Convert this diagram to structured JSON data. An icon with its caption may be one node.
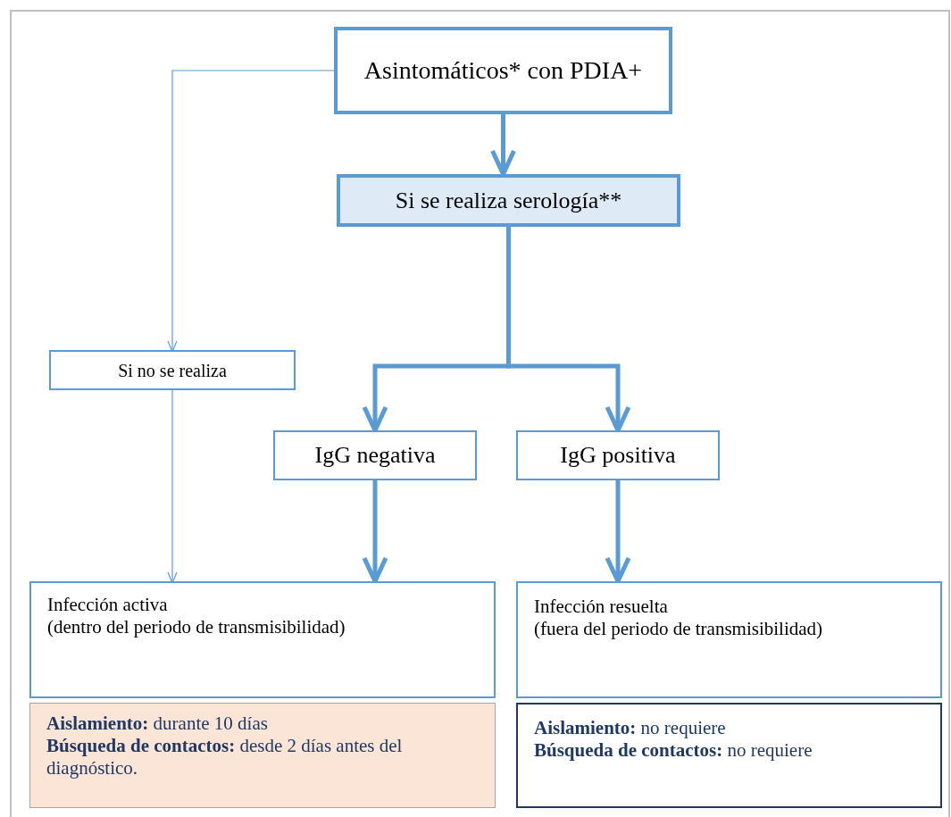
{
  "diagram": {
    "nodes": [
      {
        "text": [
          "Asintomáticos* con PDIA+"
        ]
      },
      {
        "text": [
          "Si se realiza serología**"
        ]
      },
      {
        "text": [
          "Si no se realiza"
        ]
      },
      {
        "text": [
          "IgG  negativa"
        ]
      },
      {
        "text": [
          "IgG  positiva"
        ]
      },
      {
        "text": [
          "Infección activa",
          "(dentro del periodo de transmisibilidad)"
        ]
      },
      {
        "text": [
          "Infección resuelta",
          "(fuera del periodo de transmisibilidad)"
        ]
      },
      {
        "text": [
          "**Aislamiento:** durante 10 días",
          "**Búsqueda de contactos:** desde 2 días antes del diagnóstico."
        ]
      },
      {
        "text": [
          "**Aislamiento:** no requiere",
          "**Búsqueda de contactos:** no requiere"
        ]
      }
    ],
    "edges": [
      {
        "from": 0,
        "to": 2,
        "arrow": "to"
      },
      {
        "from": 0,
        "to": 1,
        "arrow": "to"
      },
      {
        "from": 1,
        "to": 3,
        "arrow": "to"
      },
      {
        "from": 1,
        "to": 4,
        "arrow": "to"
      },
      {
        "from": 2,
        "to": 5,
        "arrow": "to"
      },
      {
        "from": 3,
        "to": 5,
        "arrow": "to"
      },
      {
        "from": 4,
        "to": 6,
        "arrow": "to"
      }
    ]
  }
}
